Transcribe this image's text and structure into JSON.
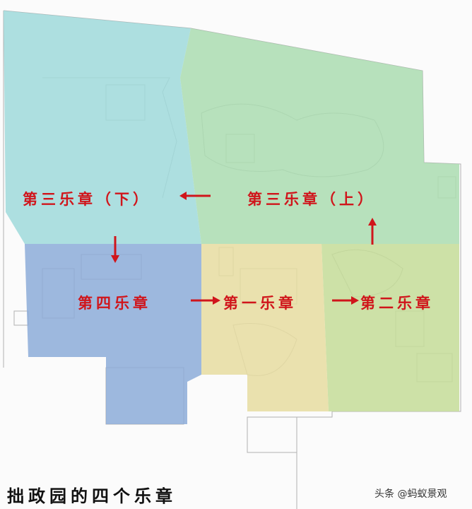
{
  "map": {
    "regions": [
      {
        "name": "第三乐章（下）",
        "color": "#9fd9db"
      },
      {
        "name": "第三乐章（上）",
        "color": "#aadcb0"
      },
      {
        "name": "第一乐章",
        "color": "#e6dca0"
      },
      {
        "name": "第二乐章",
        "color": "#c4dc98"
      },
      {
        "name": "第四乐章",
        "color": "#8cabd8"
      }
    ],
    "labels": {
      "movement3_lower": "第三乐章（下）",
      "movement3_upper": "第三乐章（上）",
      "movement4": "第四乐章",
      "movement1": "第一乐章",
      "movement2": "第二乐章"
    },
    "arrow_color": "#d0151b"
  },
  "title": "拙政园的四个乐章",
  "watermark": "头条 @蚂蚁景观"
}
